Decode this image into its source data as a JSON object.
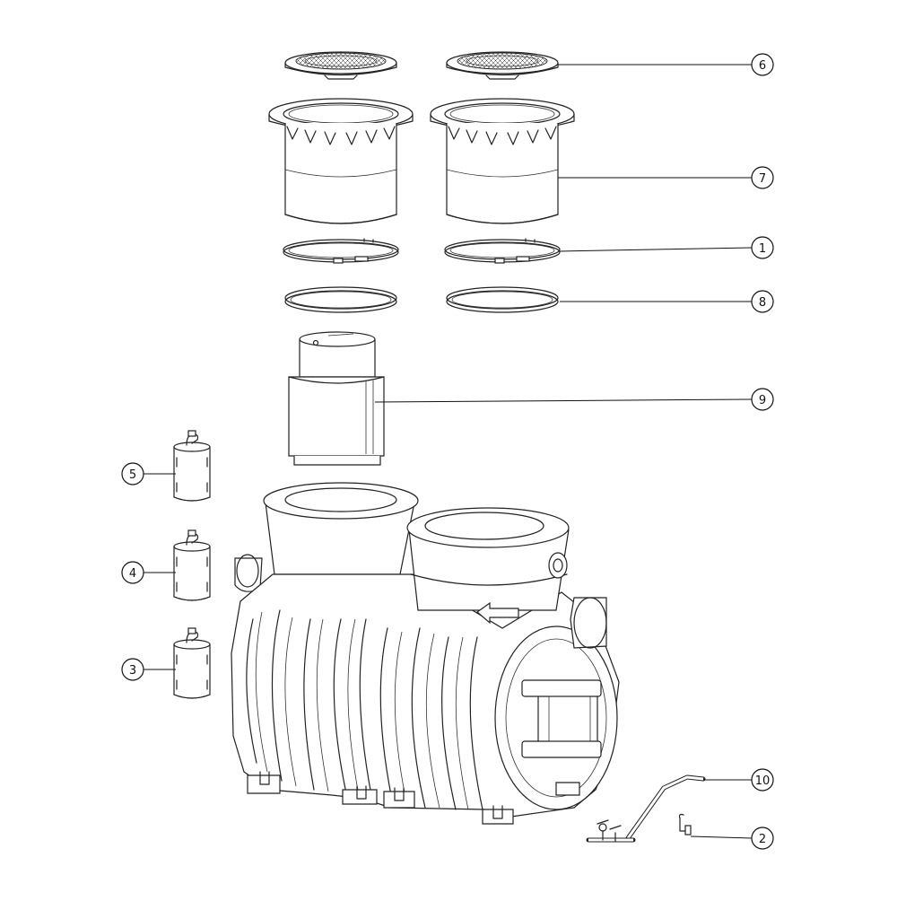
{
  "callouts": [
    {
      "id": "c6",
      "label": "6"
    },
    {
      "id": "c7",
      "label": "7"
    },
    {
      "id": "c1",
      "label": "1"
    },
    {
      "id": "c8",
      "label": "8"
    },
    {
      "id": "c9",
      "label": "9"
    },
    {
      "id": "c5",
      "label": "5"
    },
    {
      "id": "c4",
      "label": "4"
    },
    {
      "id": "c3",
      "label": "3"
    },
    {
      "id": "c10",
      "label": "10"
    },
    {
      "id": "c2",
      "label": "2"
    }
  ]
}
